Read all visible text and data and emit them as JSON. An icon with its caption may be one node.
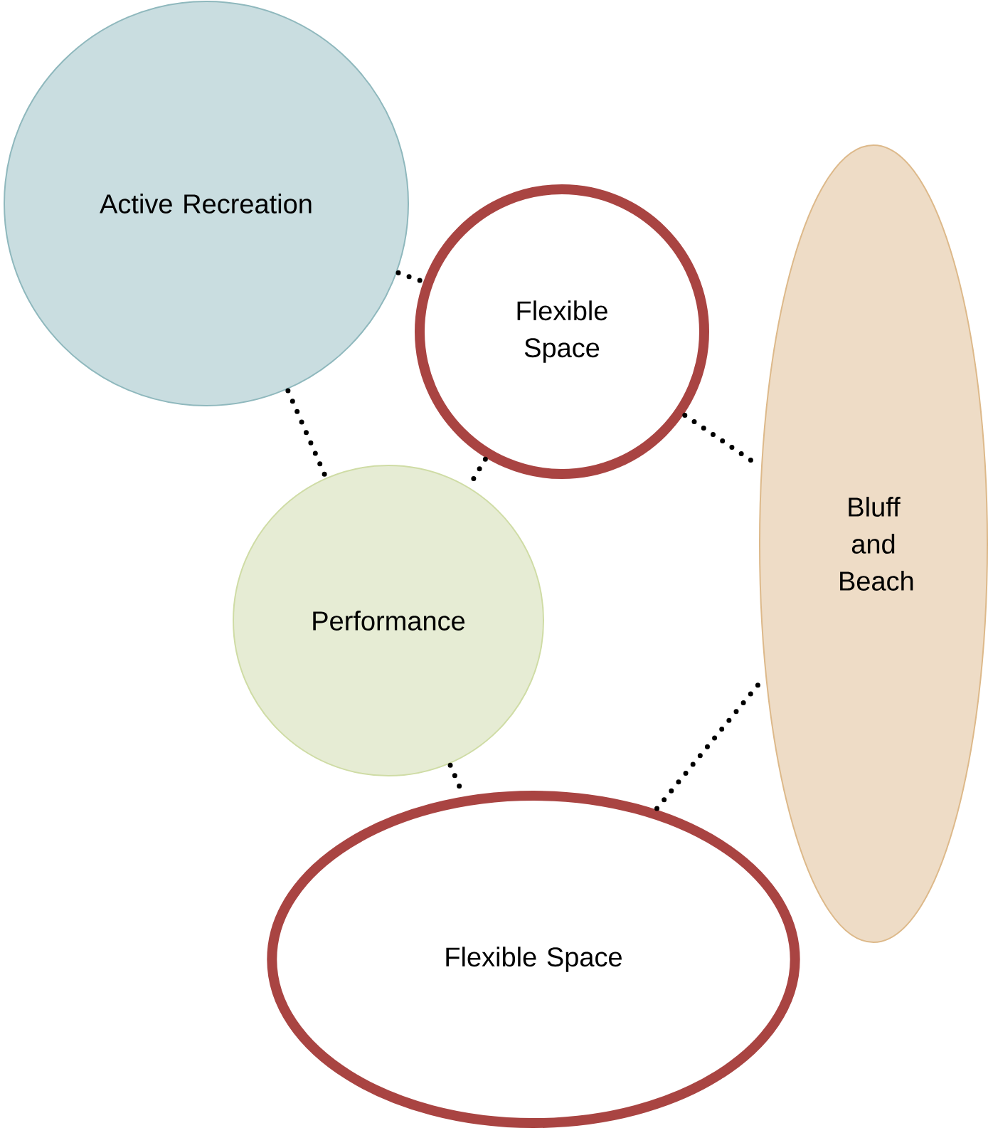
{
  "diagram": {
    "nodes": [
      {
        "text": [
          "Active Recreation"
        ]
      },
      {
        "text": [
          "Flexible Space"
        ]
      },
      {
        "text": [
          "Bluff and Beach"
        ]
      },
      {
        "text": [
          "Performance"
        ]
      },
      {
        "text": [
          "Flexible Space"
        ]
      }
    ],
    "edges": [
      {
        "from": 0,
        "to": 1,
        "arrow": "none"
      },
      {
        "from": 1,
        "to": 2,
        "arrow": "none"
      },
      {
        "from": 0,
        "to": 3,
        "arrow": "none"
      },
      {
        "from": 1,
        "to": 3,
        "arrow": "none"
      },
      {
        "from": 3,
        "to": 4,
        "arrow": "none"
      },
      {
        "from": 4,
        "to": 2,
        "arrow": "none"
      }
    ]
  }
}
